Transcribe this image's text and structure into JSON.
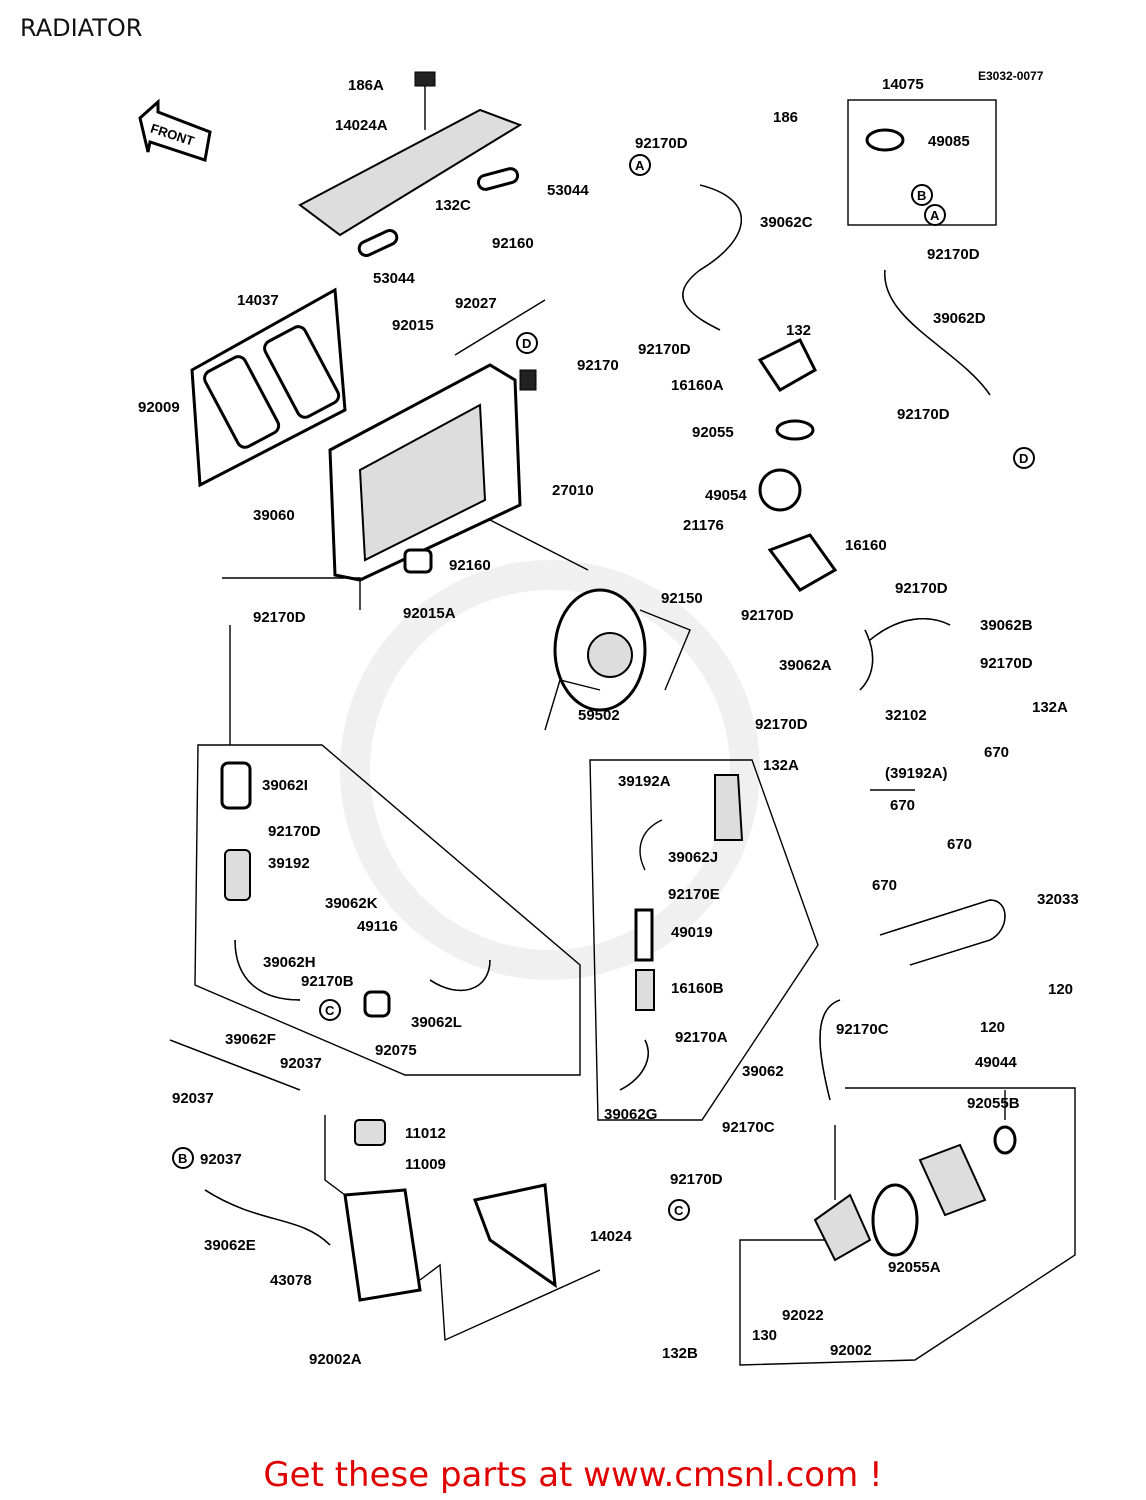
{
  "header": {
    "title": "RADIATOR",
    "code": "E3032-0077"
  },
  "front_label": "FRONT",
  "callouts": {
    "a": "A",
    "b": "B",
    "c": "C",
    "d": "D"
  },
  "parts": {
    "p186A": "186A",
    "p14024A": "14024A",
    "p53044a": "53044",
    "p53044b": "53044",
    "p132C": "132C",
    "p92160a": "92160",
    "p92027": "92027",
    "p14037": "14037",
    "p92015": "92015",
    "p92009": "92009",
    "p92170": "92170",
    "p27010": "27010",
    "p39060": "39060",
    "p92160b": "92160",
    "p92170D_left": "92170D",
    "p92015A": "92015A",
    "p92150": "92150",
    "p59502": "59502",
    "p92170D_a": "92170D",
    "p39062C": "39062C",
    "p92170D_b": "92170D",
    "p132": "132",
    "p16160A": "16160A",
    "p92055": "92055",
    "p49054": "49054",
    "p21176": "21176",
    "p16160": "16160",
    "p92170D_c": "92170D",
    "p92170D_d": "92170D",
    "p39062B": "39062B",
    "p39062A": "39062A",
    "p92170D_e": "92170D",
    "p92170D_f": "92170D",
    "p32102": "32102",
    "p132A_a": "132A",
    "p132A_b": "132A",
    "p670_a": "670",
    "p39192A_paren": "(39192A)",
    "p670_b": "670",
    "p14075": "14075",
    "p186": "186",
    "p49085": "49085",
    "p92170D_g": "92170D",
    "p39062D": "39062D",
    "p92170D_h": "92170D",
    "p39062I": "39062I",
    "p92170D_i": "92170D",
    "p39192": "39192",
    "p39062K": "39062K",
    "p49116": "49116",
    "p39062H": "39062H",
    "p92170B": "92170B",
    "p92075": "92075",
    "p39062L": "39062L",
    "p39062F": "39062F",
    "p92037_a": "92037",
    "p92037_b": "92037",
    "p92037_c": "92037",
    "p39062E": "39062E",
    "p39192A": "39192A",
    "p39062J": "39062J",
    "p92170E": "92170E",
    "p49019": "49019",
    "p16160B": "16160B",
    "p92170A": "92170A",
    "p39062G": "39062G",
    "p670_c": "670",
    "p670_d": "670",
    "p32033": "32033",
    "p120_a": "120",
    "p120_b": "120",
    "p92170C_a": "92170C",
    "p39062": "39062",
    "p92170C_b": "92170C",
    "p49044": "49044",
    "p92055B": "92055B",
    "p92170D_j": "92170D",
    "p92055A": "92055A",
    "p92022": "92022",
    "p130": "130",
    "p132B": "132B",
    "p92002": "92002",
    "p11012": "11012",
    "p11009": "11009",
    "p14024": "14024",
    "p43078": "43078",
    "p92002A": "92002A"
  },
  "footer": {
    "cta": "Get these parts at www.cmsnl.com !"
  }
}
